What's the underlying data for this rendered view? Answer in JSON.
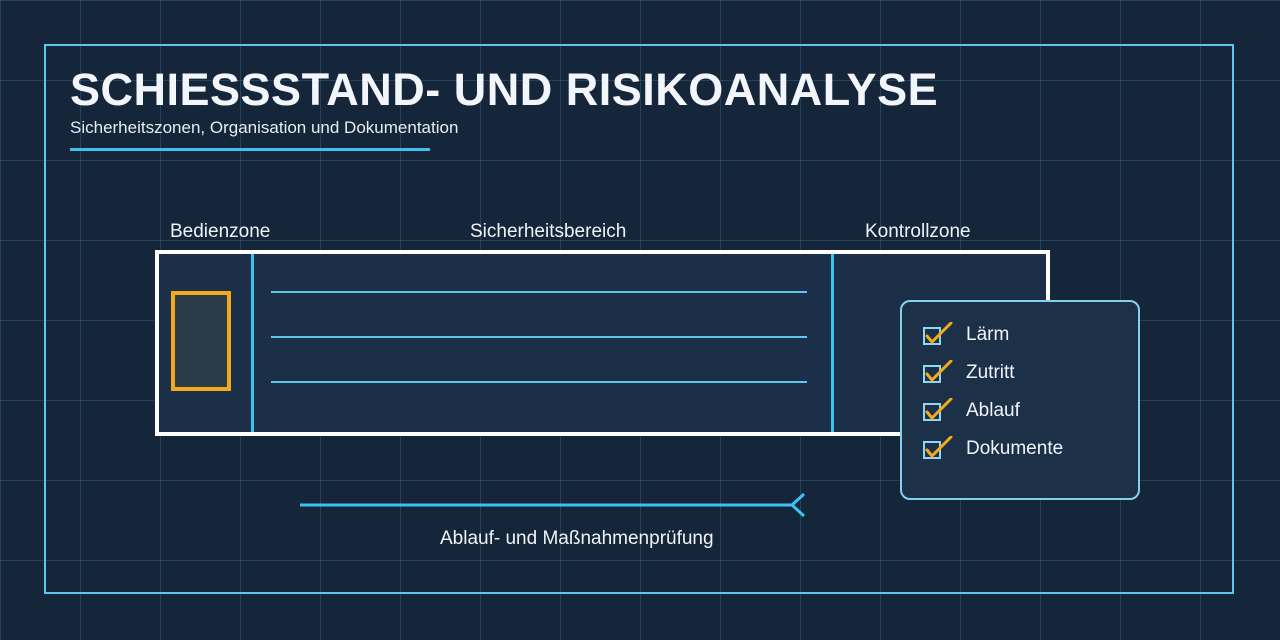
{
  "header": {
    "title": "SCHIESSSTAND- UND RISIKOANALYSE",
    "subtitle": "Sicherheitszonen, Organisation und Dokumentation"
  },
  "zones": {
    "operator": "Bedienzone",
    "safety": "Sicherheitsbereich",
    "control": "Kontrollzone"
  },
  "checklist": {
    "items": [
      {
        "label": "Lärm",
        "checked": true
      },
      {
        "label": "Zutritt",
        "checked": true
      },
      {
        "label": "Ablauf",
        "checked": true
      },
      {
        "label": "Dokumente",
        "checked": true
      }
    ]
  },
  "flow": {
    "label": "Ablauf- und Maßnahmenprüfung"
  },
  "colors": {
    "background": "#15263a",
    "accent": "#3cc1f0",
    "highlight": "#f2a91a",
    "outline": "#ffffff"
  },
  "icons": {
    "check": "checkbox-checked-icon",
    "arrow": "arrow-right-icon"
  }
}
